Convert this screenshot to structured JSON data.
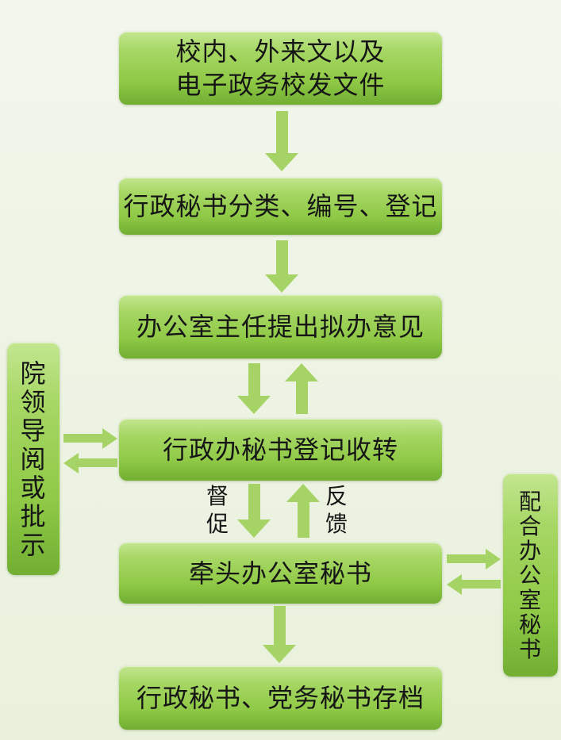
{
  "colors": {
    "background_top": "#f2f6ec",
    "background_bottom": "#e9f1dc",
    "box_gradient_top": "#c3e690",
    "box_gradient_mid": "#8fc946",
    "box_gradient_bottom": "#7cb93a",
    "box_bottom_band": "#72ae31",
    "arrow": "#a5d365",
    "text": "#161616"
  },
  "diagram": {
    "nodes": {
      "incoming": {
        "line1": "校内、外来文以及",
        "line2": "电子政务校发文件"
      },
      "classify": {
        "label": "行政秘书分类、编号、登记"
      },
      "director": {
        "label": "办公室主任提出拟办意见"
      },
      "registry": {
        "label": "行政办秘书登记收转"
      },
      "lead": {
        "label": "牵头办公室秘书"
      },
      "archive": {
        "label": "行政秘书、党务秘书存档"
      },
      "leaders": {
        "label": "院领导阅或批示"
      },
      "assist": {
        "label": "配合办公室秘书"
      }
    },
    "edge_labels": {
      "supervise": "督促",
      "feedback": "反馈"
    },
    "edges": [
      {
        "from": "incoming",
        "to": "classify",
        "direction": "down"
      },
      {
        "from": "classify",
        "to": "director",
        "direction": "down"
      },
      {
        "from": "director",
        "to": "registry",
        "direction": "down"
      },
      {
        "from": "registry",
        "to": "director",
        "direction": "up"
      },
      {
        "from": "leaders",
        "to": "registry",
        "direction": "right"
      },
      {
        "from": "registry",
        "to": "leaders",
        "direction": "left"
      },
      {
        "from": "registry",
        "to": "lead",
        "direction": "down",
        "label": "督促"
      },
      {
        "from": "lead",
        "to": "registry",
        "direction": "up",
        "label": "反馈"
      },
      {
        "from": "lead",
        "to": "assist",
        "direction": "right"
      },
      {
        "from": "assist",
        "to": "lead",
        "direction": "left"
      },
      {
        "from": "lead",
        "to": "archive",
        "direction": "down"
      }
    ]
  }
}
